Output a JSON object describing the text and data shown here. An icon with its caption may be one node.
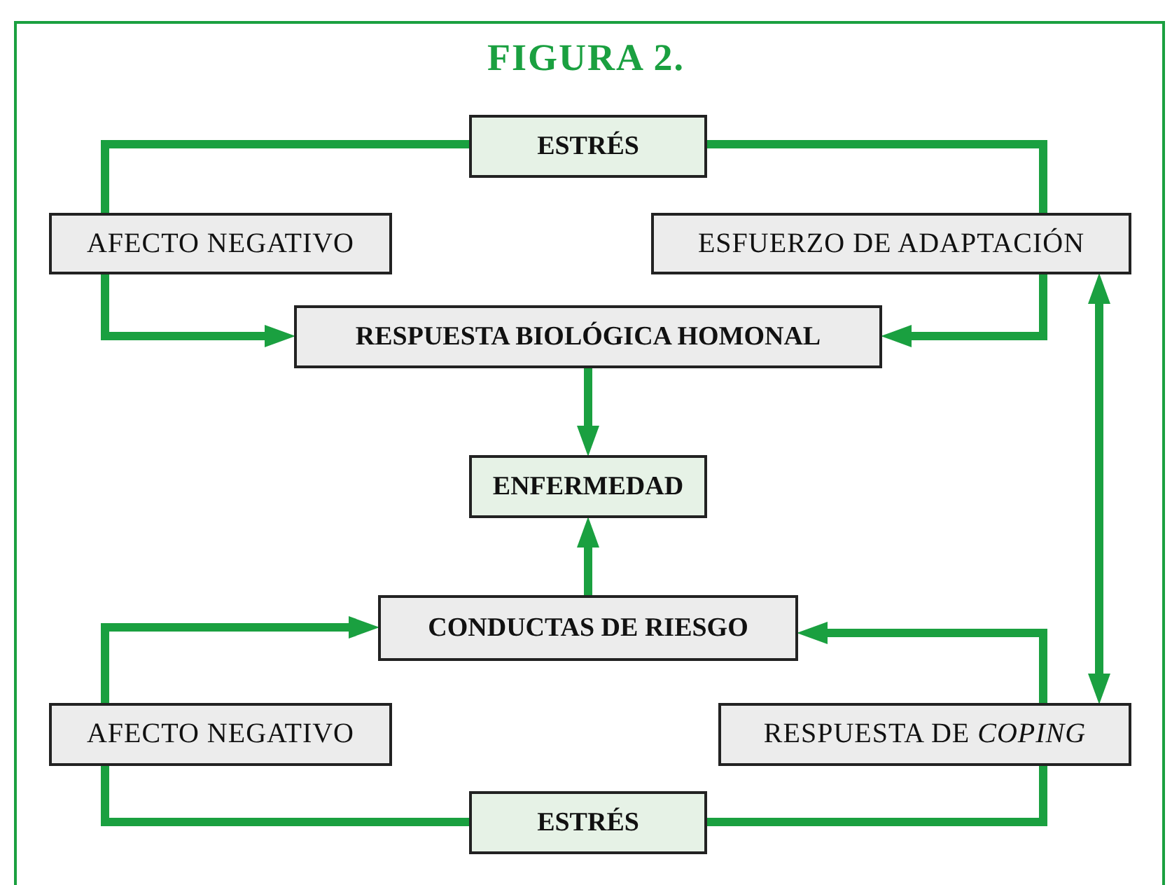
{
  "diagram": {
    "title": "FIGURA 2.",
    "nodes": [
      {
        "text": [
          "ESTRÉS"
        ]
      },
      {
        "text": [
          "AFECTO NEGATIVO"
        ]
      },
      {
        "text": [
          "ESFUERZO DE ADAPTACIÓN"
        ]
      },
      {
        "text": [
          "RESPUESTA BIOLÓGICA HOMONAL"
        ]
      },
      {
        "text": [
          "ENFERMEDAD"
        ]
      },
      {
        "text": [
          "CONDUCTAS DE RIESGO"
        ]
      },
      {
        "text": [
          "AFECTO NEGATIVO"
        ]
      },
      {
        "text": [
          "RESPUESTA DE *COPING*"
        ]
      },
      {
        "text": [
          "ESTRÉS"
        ]
      }
    ],
    "edges": [
      {
        "from": 0,
        "to": 1,
        "arrow": "none"
      },
      {
        "from": 0,
        "to": 2,
        "arrow": "none"
      },
      {
        "from": 1,
        "to": 3,
        "arrow": "to"
      },
      {
        "from": 2,
        "to": 3,
        "arrow": "to"
      },
      {
        "from": 3,
        "to": 4,
        "arrow": "to"
      },
      {
        "from": 5,
        "to": 4,
        "arrow": "to"
      },
      {
        "from": 6,
        "to": 5,
        "arrow": "to"
      },
      {
        "from": 7,
        "to": 5,
        "arrow": "to"
      },
      {
        "from": 8,
        "to": 6,
        "arrow": "none"
      },
      {
        "from": 8,
        "to": 7,
        "arrow": "none"
      },
      {
        "from": 2,
        "to": 7,
        "arrow": "both"
      }
    ]
  }
}
